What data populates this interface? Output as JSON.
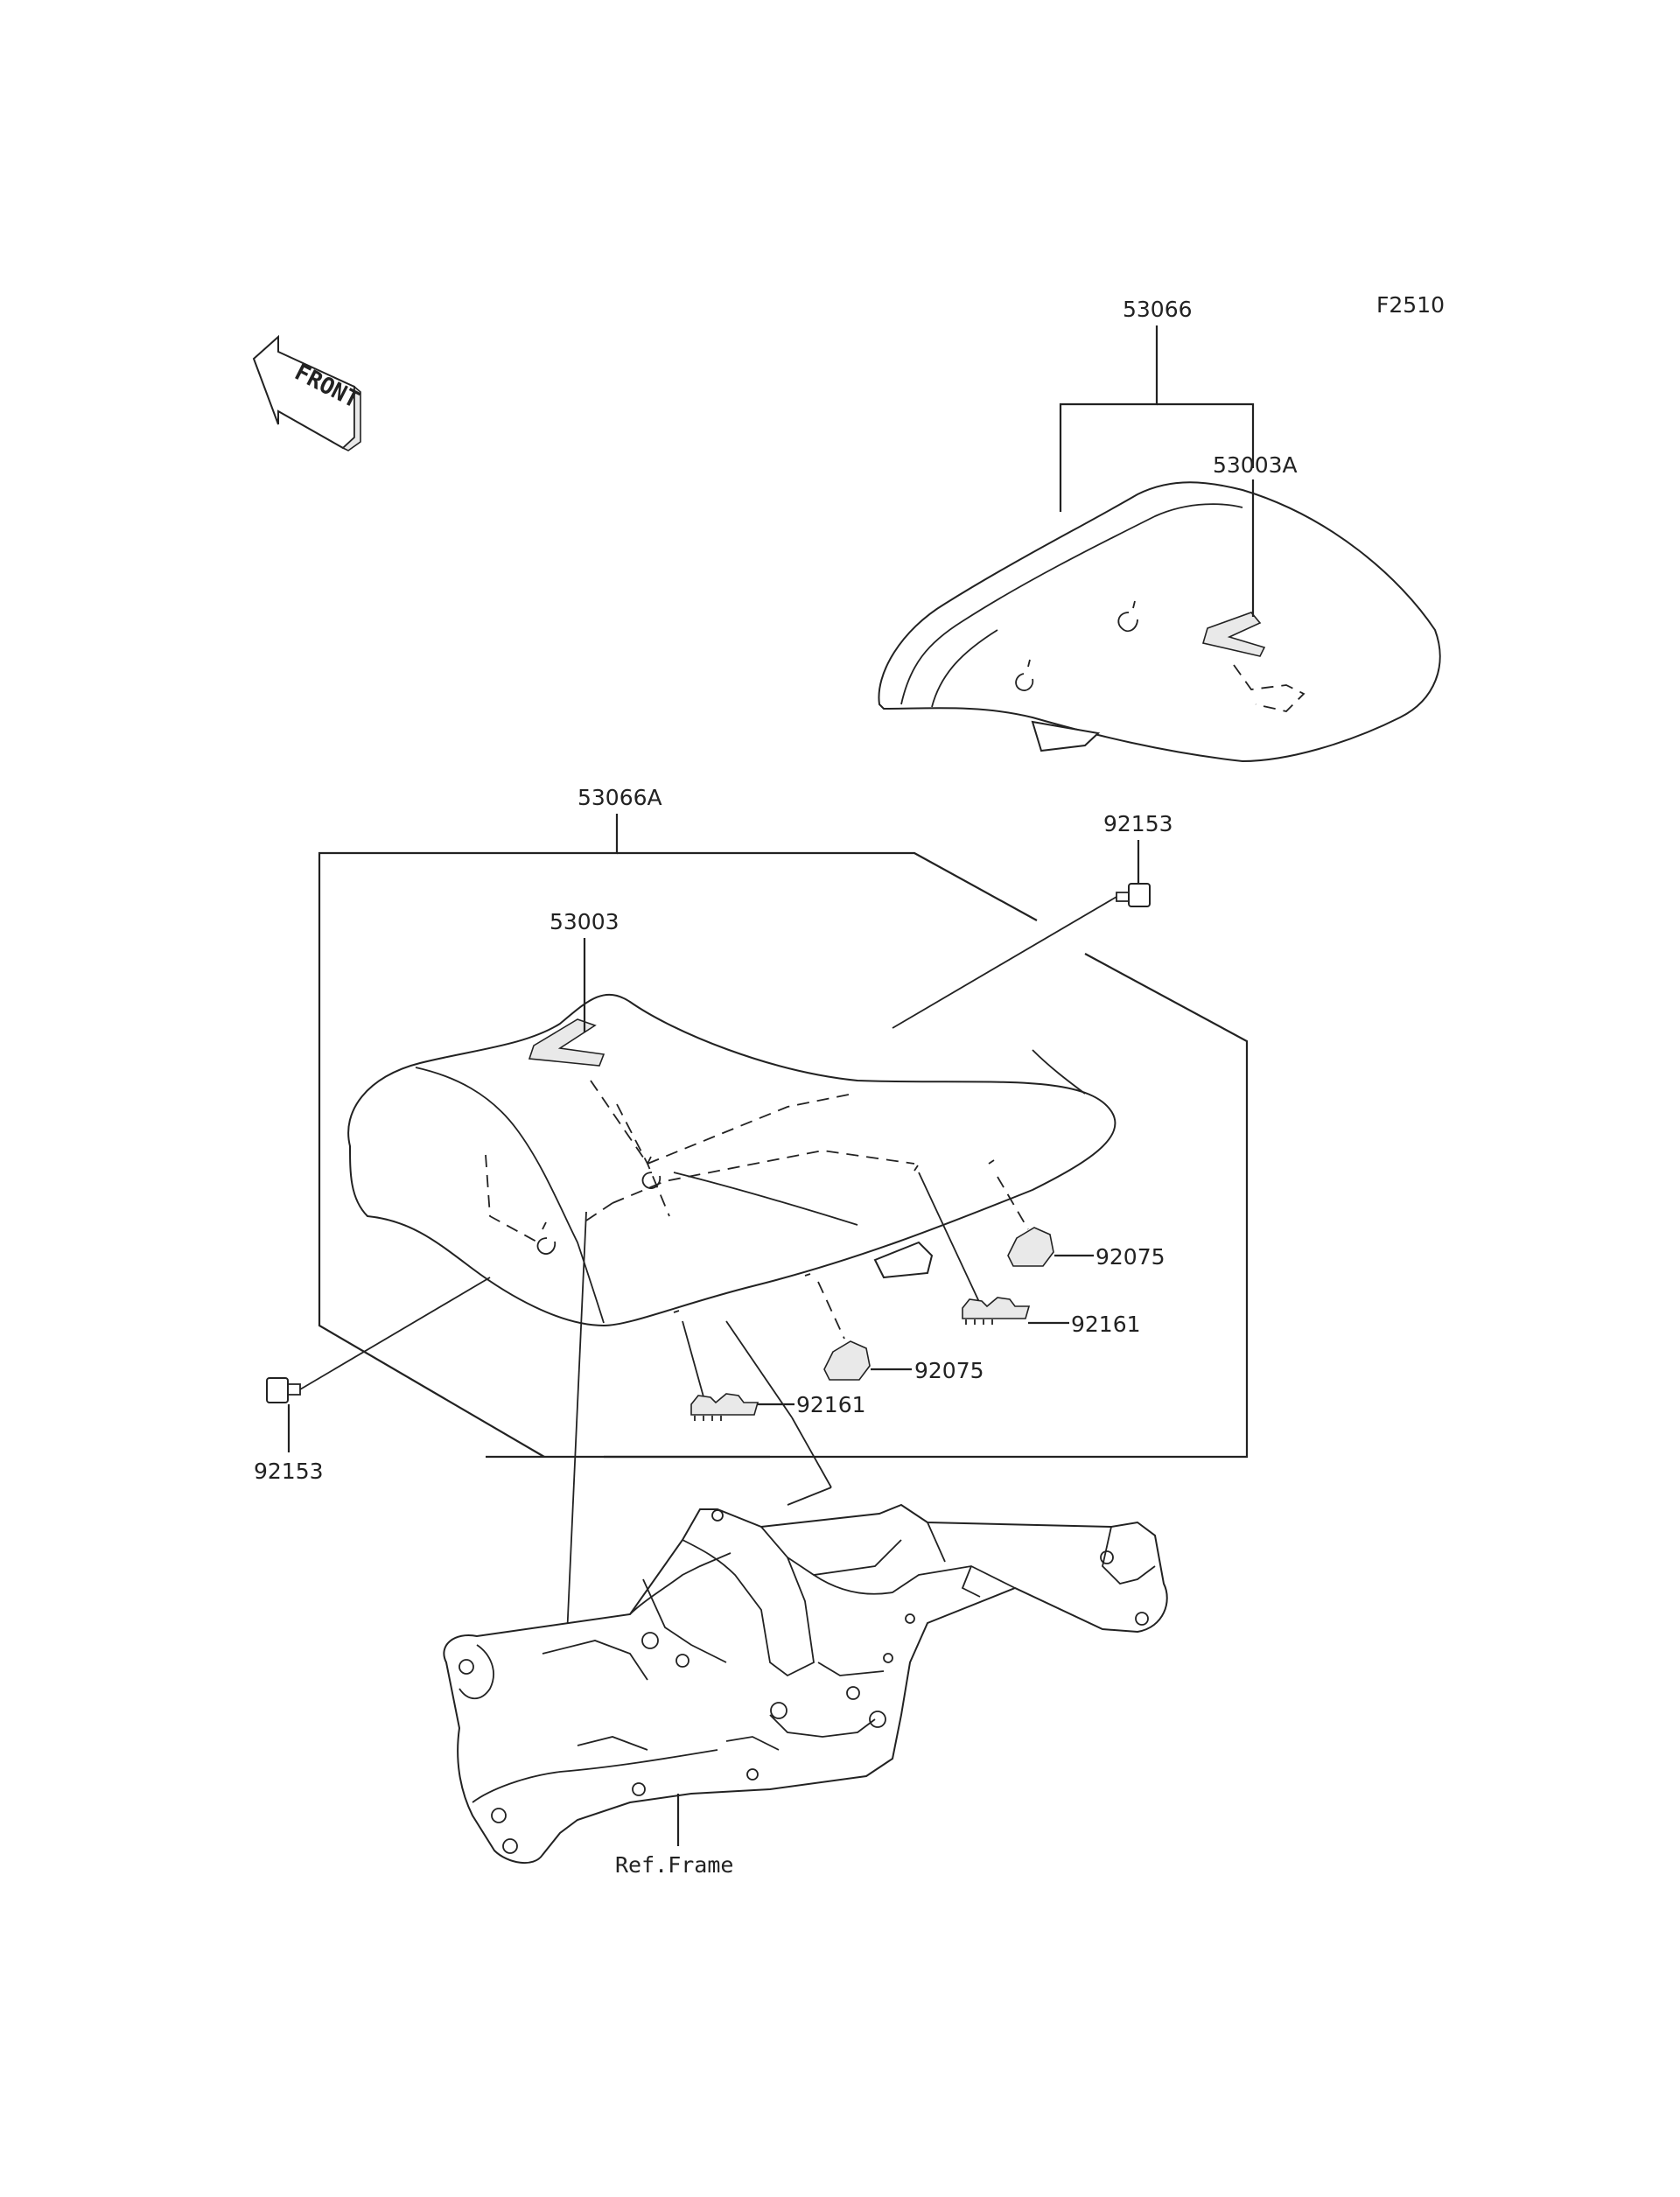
{
  "diagram": {
    "code": "F2510",
    "front_marker": "FRONT",
    "callouts": {
      "rear_seat": "53066",
      "rear_seat_strap": "53003A",
      "front_seat": "53066A",
      "front_seat_strap": "53003",
      "bolt_right": "92153",
      "bolt_left": "92153",
      "damper_right": "92075",
      "damper_center": "92075",
      "stopper_right": "92161",
      "stopper_center": "92161",
      "frame_ref": "Ref.Frame"
    }
  }
}
